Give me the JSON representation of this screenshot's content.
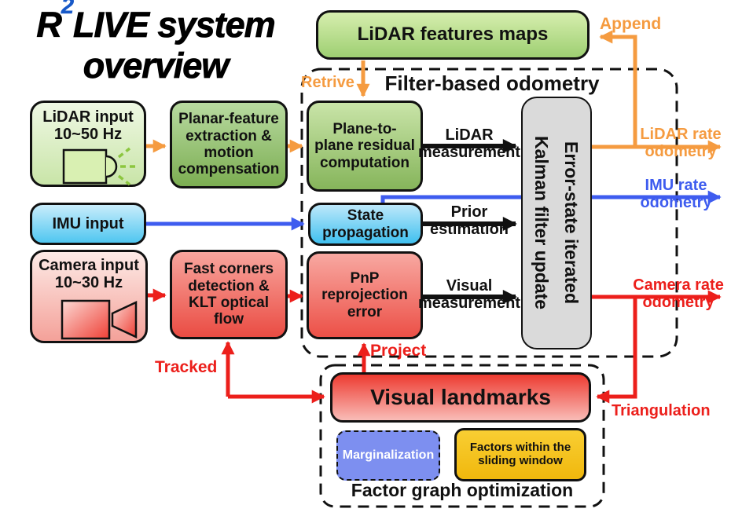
{
  "title": {
    "r": "R",
    "sup": "2",
    "rest": "LIVE system",
    "line2": "overview"
  },
  "containers": {
    "filter_odometry": {
      "title": "Filter-based odometry"
    },
    "factor_graph": {
      "title": "Factor graph optimization"
    }
  },
  "nodes": {
    "lidar_features_maps": {
      "label": "LiDAR features maps"
    },
    "lidar_input": {
      "line1": "LiDAR input",
      "line2": "10~50 Hz"
    },
    "planar_feature": {
      "label": "Planar-feature extraction & motion compensation"
    },
    "imu_input": {
      "label": "IMU input"
    },
    "camera_input": {
      "line1": "Camera input",
      "line2": "10~30 Hz"
    },
    "fast_corners": {
      "label": "Fast corners detection & KLT optical flow"
    },
    "plane_to_plane": {
      "label": "Plane-to-plane residual computation"
    },
    "state_propagation": {
      "label": "State propagation"
    },
    "pnp_reprojection": {
      "label": "PnP reprojection error"
    },
    "kalman": {
      "line1": "Error-state iterated",
      "line2": "Kalman filter update"
    },
    "visual_landmarks": {
      "label": "Visual landmarks"
    },
    "marginalization": {
      "label": "Marginalization"
    },
    "factors_window": {
      "label": "Factors within the sliding window"
    }
  },
  "edge_labels": {
    "retrive": "Retrive",
    "append": "Append",
    "lidar_measurement": [
      "LiDAR",
      "measurement"
    ],
    "prior_estimation": [
      "Prior",
      "estimation"
    ],
    "visual_measurement": [
      "Visual",
      "measurement"
    ],
    "lidar_rate": [
      "LiDAR rate",
      "odometry"
    ],
    "imu_rate": [
      "IMU rate",
      "odometry"
    ],
    "camera_rate": [
      "Camera rate",
      "odometry"
    ],
    "tracked": "Tracked",
    "project": "Project",
    "triangulation": "Triangulation"
  },
  "colors": {
    "orange": "#F59B40",
    "blue": "#3E5CEF",
    "red": "#EC1F1B",
    "black": "#111111",
    "title_sup_blue": "#1859C8",
    "green_box": "#9ECF72",
    "gray_box": "#DADADA",
    "gold_box": "#F2BD14",
    "periwinkle_box": "#7D8FF0"
  }
}
